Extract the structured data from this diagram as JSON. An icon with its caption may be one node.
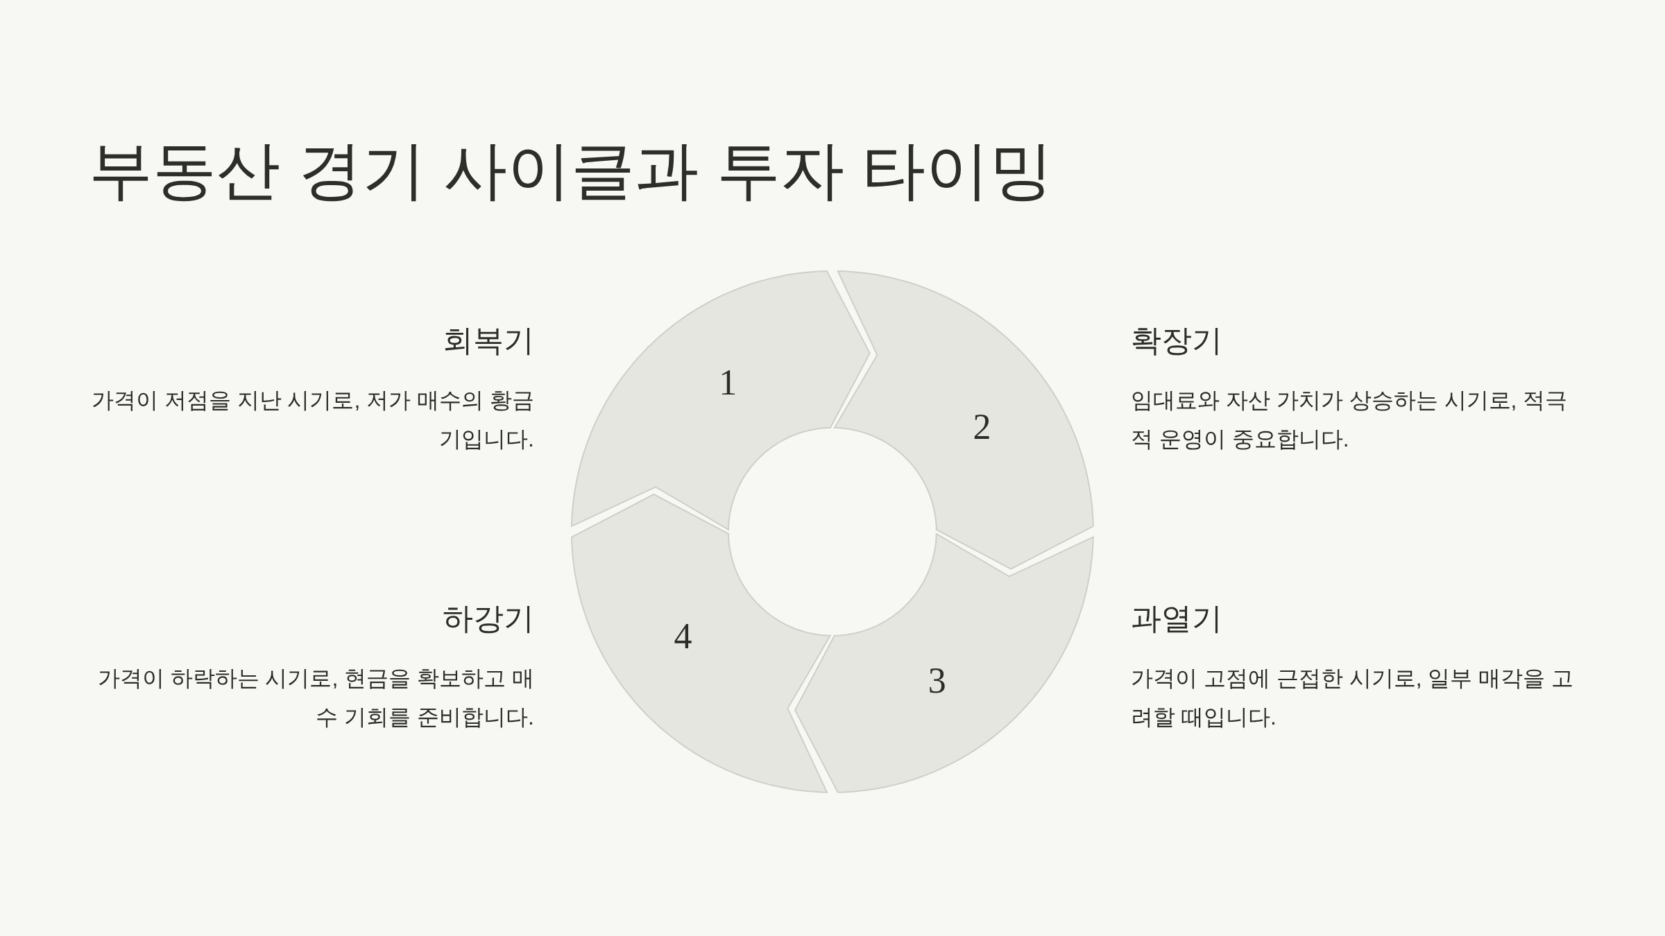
{
  "diagram": {
    "title": "부동산 경기 사이클과 투자 타이밍",
    "nodes": [
      {
        "text": [
          "1"
        ]
      },
      {
        "text": [
          "2"
        ]
      },
      {
        "text": [
          "3"
        ]
      },
      {
        "text": [
          "4"
        ]
      }
    ],
    "labels": [
      "회복기",
      "가격이 저점을 지난 시기로, 저가 매수의 황금기입니다.",
      "확장기",
      "임대료와 자산 가치가 상승하는 시기로, 적극적 운영이 중요합니다.",
      "하강기",
      "가격이 하락하는 시기로, 현금을 확보하고 매수 기회를 준비합니다.",
      "과열기",
      "가격이 고점에 근접한 시기로, 일부 매각을 고려할 때입니다."
    ]
  }
}
